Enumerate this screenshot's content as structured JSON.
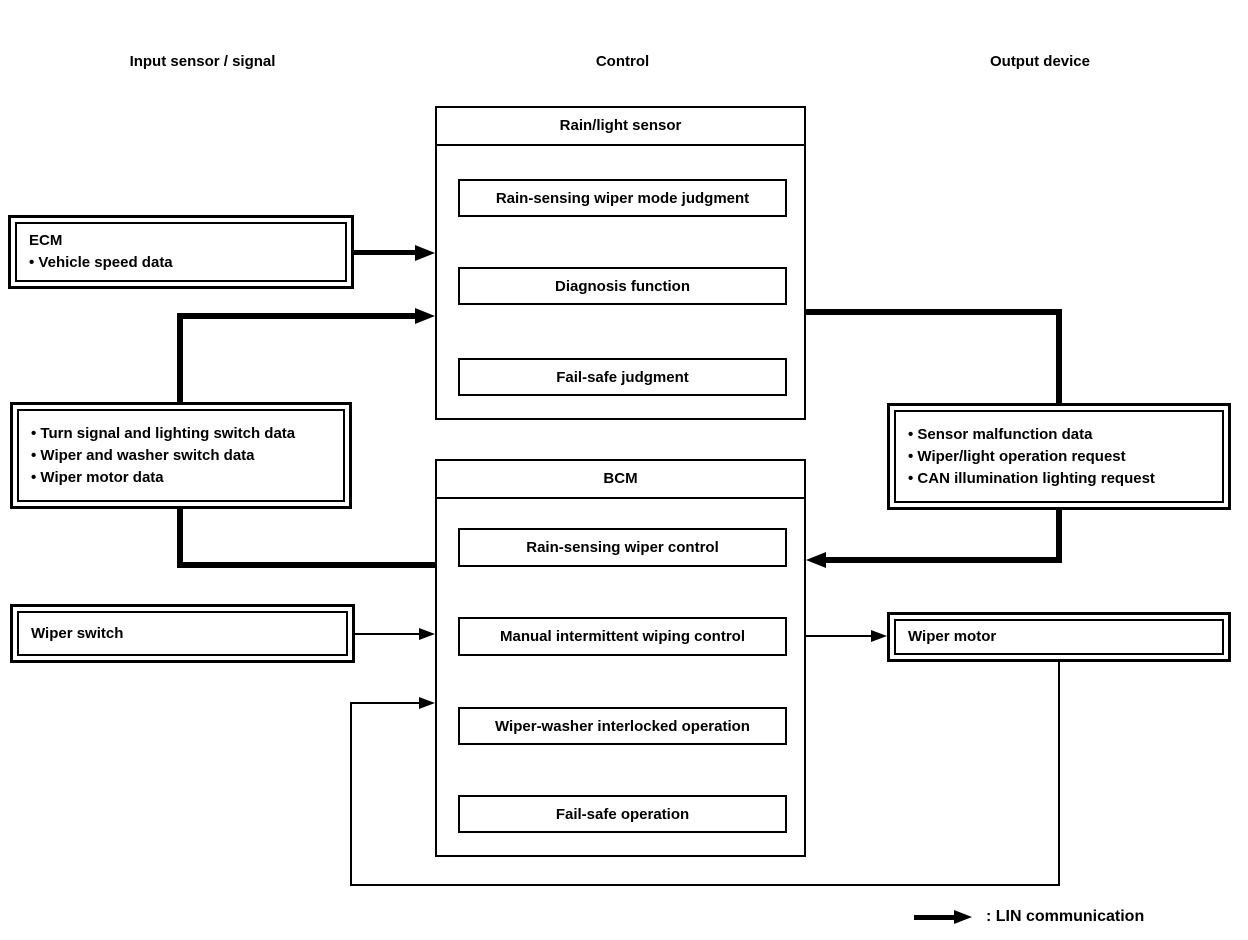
{
  "colors": {
    "background": "#ffffff",
    "line": "#000000"
  },
  "headers": {
    "input": "Input sensor / signal",
    "control": "Control",
    "output": "Output device"
  },
  "sensor_unit": {
    "title": "Rain/light sensor",
    "functions": [
      "Rain-sensing wiper mode judgment",
      "Diagnosis function",
      "Fail-safe judgment"
    ]
  },
  "bcm_unit": {
    "title": "BCM",
    "functions": [
      "Rain-sensing wiper control",
      "Manual intermittent wiping control",
      "Wiper-washer interlocked operation",
      "Fail-safe operation"
    ]
  },
  "input_boxes": {
    "ecm": {
      "title": "ECM",
      "items": [
        "• Vehicle speed data"
      ]
    },
    "switch_data": {
      "items": [
        "• Turn signal and lighting switch data",
        "• Wiper and washer switch data",
        "• Wiper motor data"
      ]
    },
    "wiper_switch": {
      "label": "Wiper switch"
    }
  },
  "output_boxes": {
    "sensor_data": {
      "items": [
        "• Sensor malfunction data",
        "• Wiper/light operation request",
        "• CAN illumination lighting request"
      ]
    },
    "wiper_motor": {
      "label": "Wiper motor"
    }
  },
  "legend": {
    "label": ": LIN communication"
  }
}
